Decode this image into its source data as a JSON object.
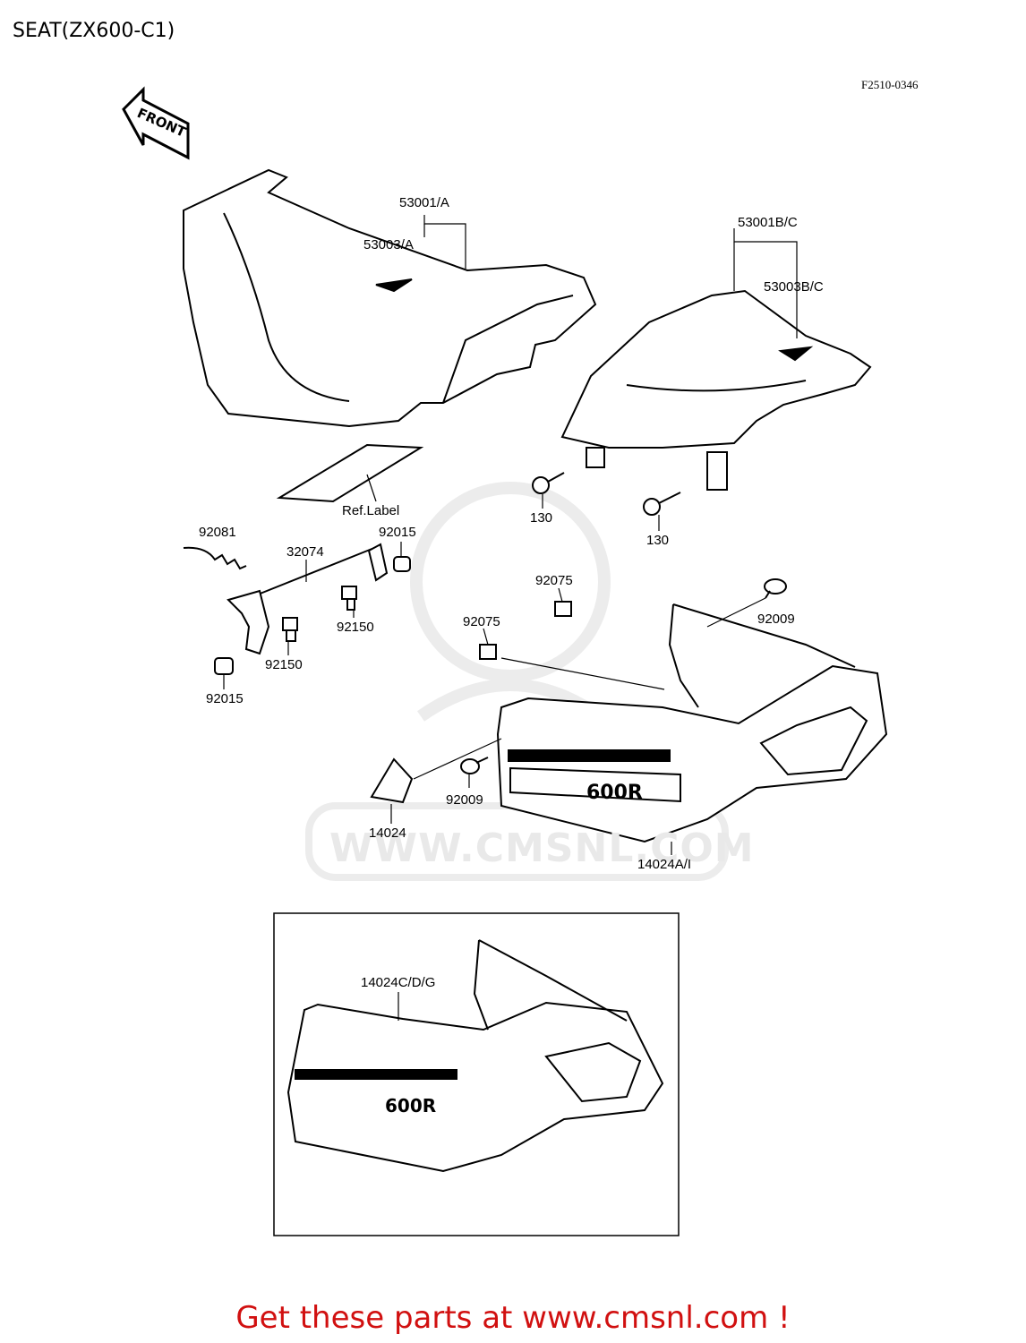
{
  "title": "SEAT(ZX600-C1)",
  "diagram_code": "F2510-0346",
  "front_arrow_text": "FRONT",
  "watermark": "WWW.CMSNL.COM",
  "footer": "Get these parts at www.cmsnl.com !",
  "parts": {
    "p53001a": "53001/A",
    "p53003a": "53003/A",
    "p53001bc": "53001B/C",
    "p53003bc": "53003B/C",
    "ref_label": "Ref.Label",
    "p130a": "130",
    "p130b": "130",
    "p92081": "92081",
    "p32074": "32074",
    "p92015a": "92015",
    "p92015b": "92015",
    "p92150a": "92150",
    "p92150b": "92150",
    "p92075a": "92075",
    "p92075b": "92075",
    "p92009a": "92009",
    "p92009b": "92009",
    "p14024": "14024",
    "p14024ai": "14024A/I",
    "p14024cdg": "14024C/D/G"
  },
  "cover_badge_1": "600R",
  "cover_badge_2": "600R"
}
